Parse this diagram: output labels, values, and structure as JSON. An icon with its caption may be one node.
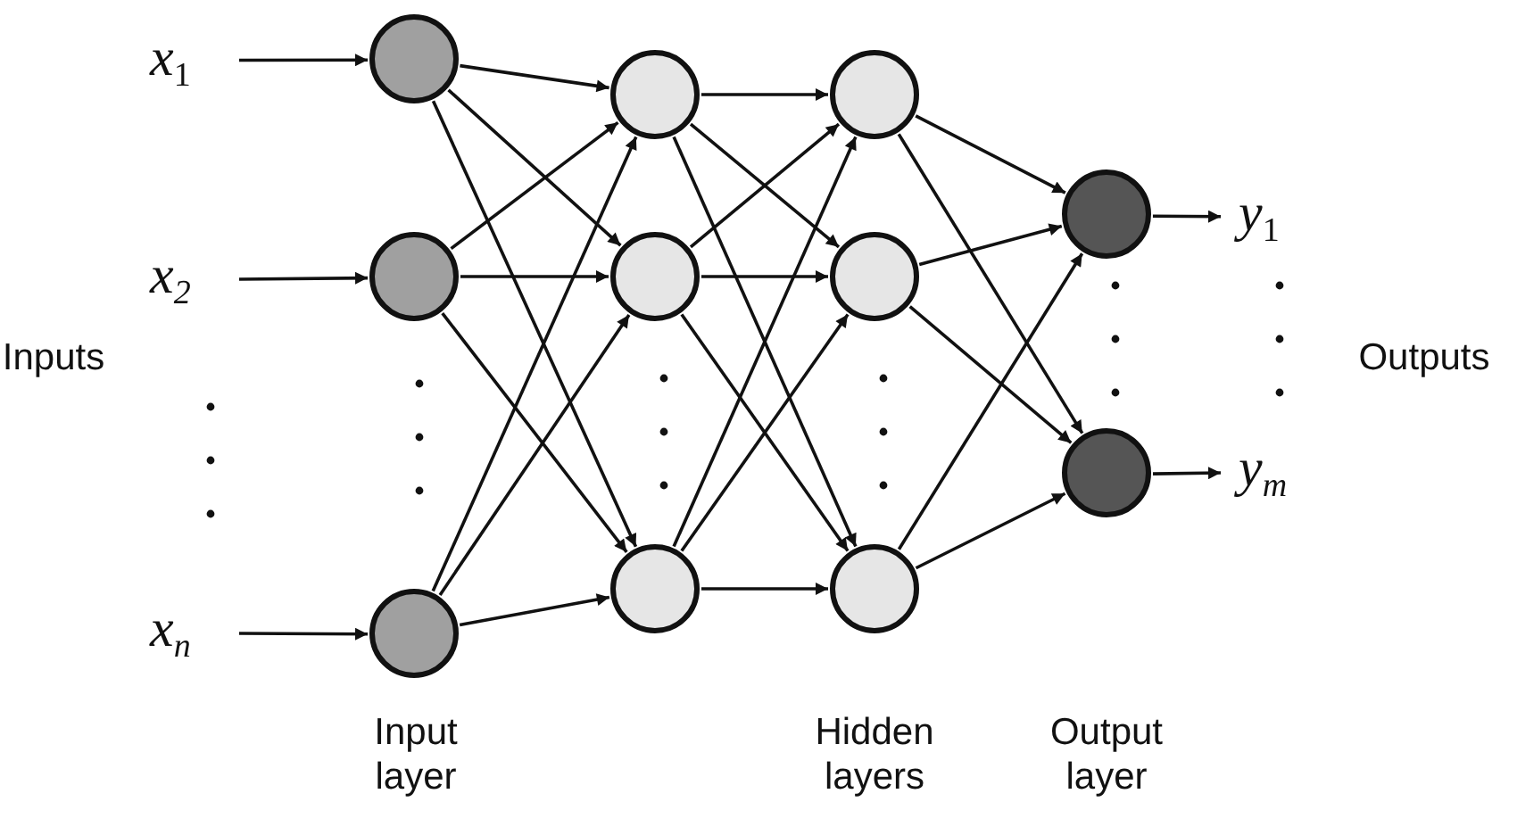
{
  "diagram": {
    "nodes": [
      {
        "text": [
          "x$_{1}$"
        ]
      },
      {
        "text": [
          "x$_{2}$"
        ]
      },
      {
        "text": [
          "x$_{n}$"
        ]
      },
      {
        "text": [],
        "shape": "circle"
      },
      {
        "text": [],
        "shape": "circle"
      },
      {
        "text": [],
        "shape": "circle"
      },
      {
        "text": [],
        "shape": "circle"
      },
      {
        "text": [],
        "shape": "circle"
      },
      {
        "text": [],
        "shape": "circle"
      },
      {
        "text": [],
        "shape": "circle"
      },
      {
        "text": [],
        "shape": "circle"
      },
      {
        "text": [],
        "shape": "circle"
      },
      {
        "text": [],
        "shape": "circle"
      },
      {
        "text": [],
        "shape": "circle"
      },
      {
        "text": [
          "y$_{1}$"
        ]
      },
      {
        "text": [
          "y$_{m}$"
        ]
      }
    ],
    "edges": [
      {
        "from": 0,
        "to": 3,
        "arrow": "to"
      },
      {
        "from": 1,
        "to": 4,
        "arrow": "to"
      },
      {
        "from": 2,
        "to": 5,
        "arrow": "to"
      },
      {
        "from": 3,
        "to": 6,
        "arrow": "to"
      },
      {
        "from": 3,
        "to": 7,
        "arrow": "to"
      },
      {
        "from": 3,
        "to": 8,
        "arrow": "to"
      },
      {
        "from": 4,
        "to": 6,
        "arrow": "to"
      },
      {
        "from": 4,
        "to": 7,
        "arrow": "to"
      },
      {
        "from": 4,
        "to": 8,
        "arrow": "to"
      },
      {
        "from": 5,
        "to": 6,
        "arrow": "to"
      },
      {
        "from": 5,
        "to": 7,
        "arrow": "to"
      },
      {
        "from": 5,
        "to": 8,
        "arrow": "to"
      },
      {
        "from": 6,
        "to": 9,
        "arrow": "to"
      },
      {
        "from": 6,
        "to": 10,
        "arrow": "to"
      },
      {
        "from": 6,
        "to": 11,
        "arrow": "to"
      },
      {
        "from": 7,
        "to": 9,
        "arrow": "to"
      },
      {
        "from": 7,
        "to": 10,
        "arrow": "to"
      },
      {
        "from": 7,
        "to": 11,
        "arrow": "to"
      },
      {
        "from": 8,
        "to": 9,
        "arrow": "to"
      },
      {
        "from": 8,
        "to": 10,
        "arrow": "to"
      },
      {
        "from": 8,
        "to": 11,
        "arrow": "to"
      },
      {
        "from": 9,
        "to": 12,
        "arrow": "to"
      },
      {
        "from": 9,
        "to": 13,
        "arrow": "to"
      },
      {
        "from": 10,
        "to": 12,
        "arrow": "to"
      },
      {
        "from": 10,
        "to": 13,
        "arrow": "to"
      },
      {
        "from": 11,
        "to": 12,
        "arrow": "to"
      },
      {
        "from": 11,
        "to": 13,
        "arrow": "to"
      },
      {
        "from": 12,
        "to": 14,
        "arrow": "to"
      },
      {
        "from": 13,
        "to": 15,
        "arrow": "to"
      }
    ],
    "labels": [
      "Inputs",
      "Outputs",
      "Input layer",
      "Hidden layers",
      "Output layer"
    ]
  }
}
